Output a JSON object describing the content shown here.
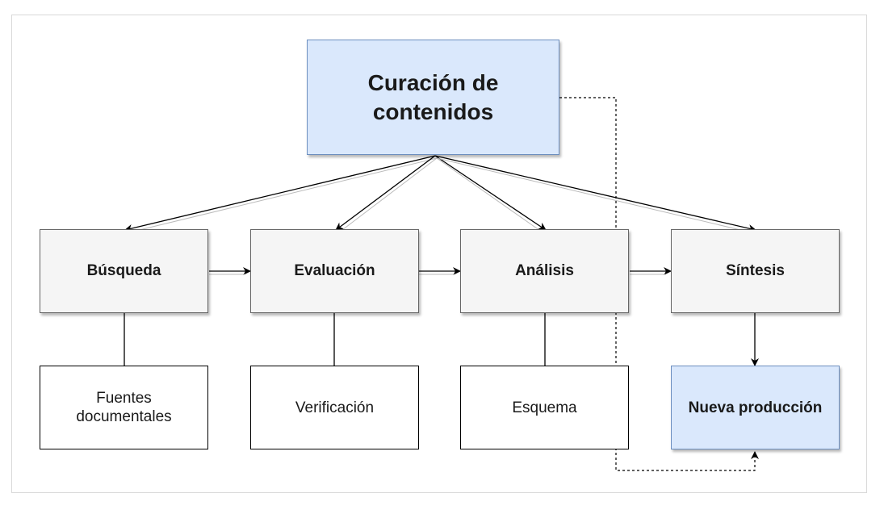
{
  "diagram": {
    "main": {
      "line1": "Curación de",
      "line2": "contenidos"
    },
    "steps": [
      {
        "label": "Búsqueda"
      },
      {
        "label": "Evaluación"
      },
      {
        "label": "Análisis"
      },
      {
        "label": "Síntesis"
      }
    ],
    "outputs": [
      {
        "line1": "Fuentes",
        "line2": "documentales"
      },
      {
        "line1": "Verificación",
        "line2": ""
      },
      {
        "line1": "Esquema",
        "line2": ""
      },
      {
        "line1": "Nueva producción",
        "line2": ""
      }
    ],
    "colors": {
      "highlight_fill": "#dae8fc",
      "highlight_stroke": "#6c8ebf",
      "process_fill": "#f5f5f5",
      "process_stroke": "#666666"
    }
  }
}
